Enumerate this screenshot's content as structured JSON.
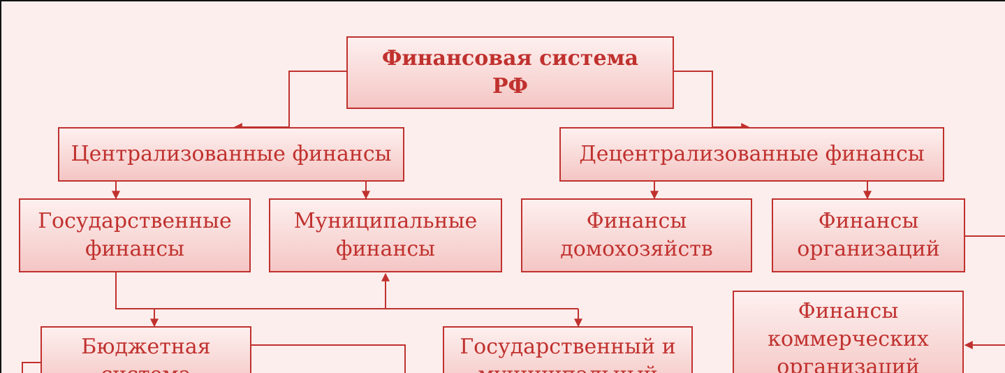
{
  "diagram": {
    "root": "Финансовая система\nРФ",
    "centralized": "Централизованные финансы",
    "decentralized": "Децентрализованные финансы",
    "state_finance": "Государственные\nфинансы",
    "municipal_finance": "Муниципальные\nфинансы",
    "household_finance": "Финансы\nдомохозяйств",
    "organization_finance": "Финансы\nорганизаций",
    "budget_system": "Бюджетная\nсистема",
    "state_municipal_credit": "Государственный и\nмуниципальный",
    "commercial_finance": "Финансы\nкоммерческих\nорганизаций"
  },
  "colors": {
    "accent": "#c0312e",
    "background": "#fbeeed",
    "box_fill_top": "#fdf0ef",
    "box_fill_bottom": "#f4c6c4"
  }
}
